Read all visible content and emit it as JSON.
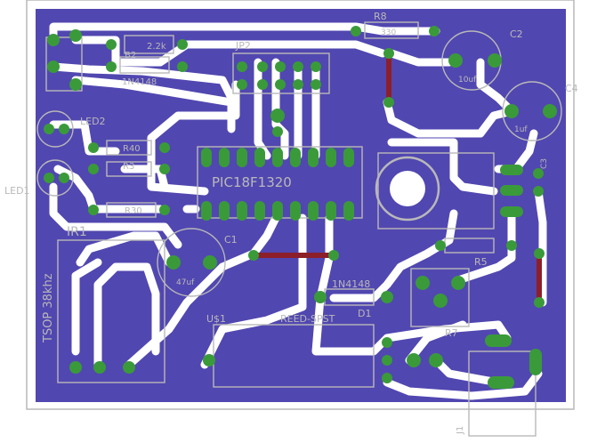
{
  "colors": {
    "background": "#ffffff",
    "copper_pour": "#5147b0",
    "trace": "#ffffff",
    "pad": "#3a9a3a",
    "silk": "#b9b9b9",
    "jumper": "#8c1f2a"
  },
  "labels": {
    "r8": "R8",
    "r8_val": "330",
    "r2k": "2.2k",
    "d_1n4148_top": "1N4148",
    "b2": "B2",
    "jp2": "JP2",
    "c2": "C2",
    "c2_val": "10uf",
    "c4": "C4",
    "c4_val": "1uf",
    "led2": "LED2",
    "led1": "LED1",
    "r40": "R40",
    "r3": "R3",
    "r30": "R30",
    "mcu": "PIC18F1320",
    "ir1": "IR1",
    "tsop": "TSOP 38khz",
    "c1": "C1",
    "c1_val": "47uf",
    "d1_val": "1N4148",
    "d1": "D1",
    "reed": "REED-SPST",
    "us1": "U$1",
    "r5": "R5",
    "r7": "R7",
    "j1": "J1",
    "c3": "C3"
  }
}
